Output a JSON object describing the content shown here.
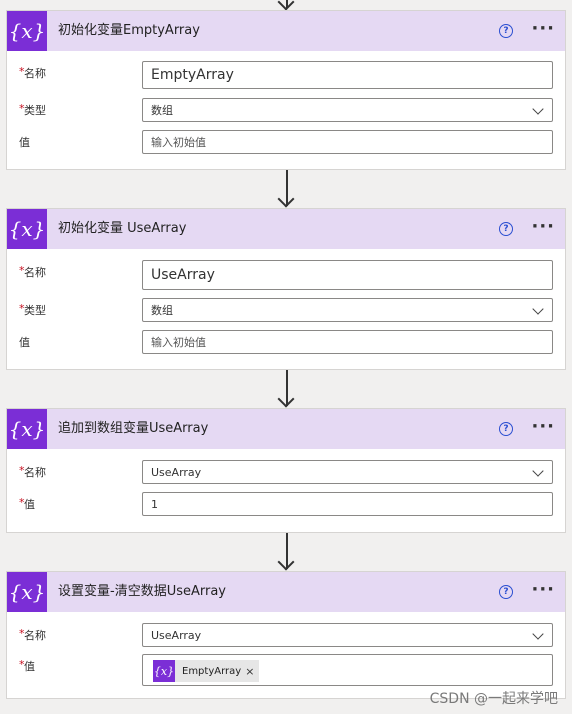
{
  "cards": [
    {
      "title": "初始化变量EmptyArray",
      "fields": [
        {
          "label": "名称",
          "value": "EmptyArray"
        },
        {
          "label": "类型",
          "value": "数组"
        },
        {
          "label": "值",
          "placeholder": "输入初始值"
        }
      ]
    },
    {
      "title": "初始化变量 UseArray",
      "fields": [
        {
          "label": "名称",
          "value": "UseArray"
        },
        {
          "label": "类型",
          "value": "数组"
        },
        {
          "label": "值",
          "placeholder": "输入初始值"
        }
      ]
    },
    {
      "title": "追加到数组变量UseArray",
      "fields": [
        {
          "label": "名称",
          "value": "UseArray"
        },
        {
          "label": "值",
          "value": "1"
        }
      ]
    },
    {
      "title": "设置变量-清空数据UseArray",
      "fields": [
        {
          "label": "名称",
          "value": "UseArray"
        },
        {
          "label": "值",
          "token": "EmptyArray",
          "token_icon": "{x}"
        }
      ]
    }
  ],
  "icons": {
    "variable": "{x}",
    "help": "?",
    "more": "···",
    "close": "×",
    "required": "*"
  },
  "colors": {
    "header_bg": "#e5d9f3",
    "icon_bg": "#7b2ed6",
    "help": "#2b4fd1",
    "required": "#c50f1f"
  },
  "watermark": "CSDN @一起来学吧"
}
